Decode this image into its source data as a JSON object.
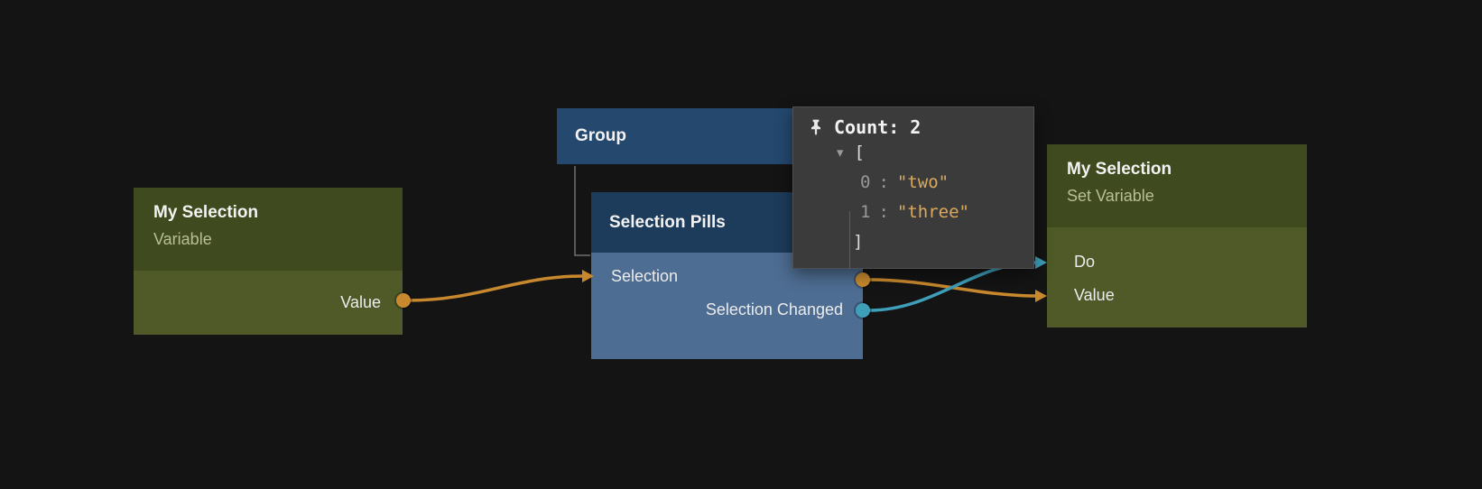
{
  "colors": {
    "background": "#141414",
    "node_title": "#f2f2f2",
    "body_label": "#ececec",
    "olive_header": "#3f4b1e",
    "olive_body": "#4f5a28",
    "olive_subtitle": "#b9be95",
    "blue_header": "#24486e",
    "pills_header": "#1d3b5a",
    "pills_body": "#4e6d92",
    "wire_orange": "#c8892e",
    "wire_teal": "#3f9fba",
    "tooltip_bg": "#3b3b3b",
    "tooltip_border": "#4f4f4f",
    "string_value": "#dcaa5e",
    "muted_text": "#979797",
    "bracket_text": "#dcdcdc",
    "tree_caret": "#9a9a9a",
    "guide_line": "#5c5c5c",
    "group_bracket_line": "#707070"
  },
  "nodes": {
    "variable": {
      "title": "My Selection",
      "subtitle": "Variable",
      "out_port_label": "Value"
    },
    "group": {
      "title": "Group"
    },
    "selection_pills": {
      "title": "Selection Pills",
      "input_label": "Selection",
      "output_label": "Selection Changed"
    },
    "set_variable": {
      "title": "My Selection",
      "subtitle": "Set Variable",
      "in_port_1_label": "Do",
      "in_port_2_label": "Value"
    }
  },
  "inspector": {
    "title": "Count: 2",
    "caret": "▾",
    "open_bracket": "[",
    "close_bracket": "]",
    "items": [
      {
        "index": "0",
        "separator": ":",
        "value": "\"two\""
      },
      {
        "index": "1",
        "separator": ":",
        "value": "\"three\""
      }
    ]
  }
}
